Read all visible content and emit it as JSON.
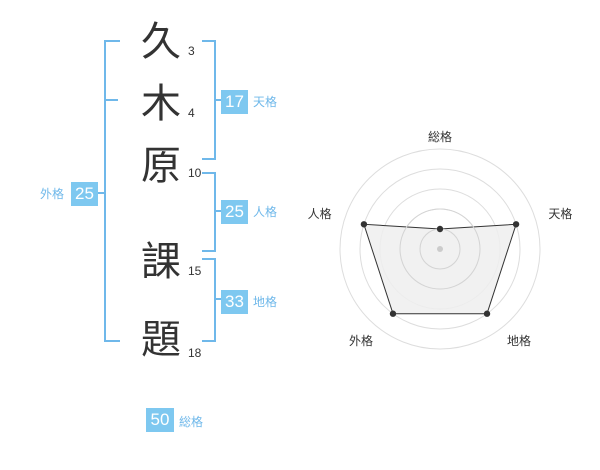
{
  "name": {
    "characters": [
      {
        "char": "久",
        "strokes": "3"
      },
      {
        "char": "木",
        "strokes": "4"
      },
      {
        "char": "原",
        "strokes": "10"
      },
      {
        "char": "課",
        "strokes": "15"
      },
      {
        "char": "題",
        "strokes": "18"
      }
    ]
  },
  "scores": {
    "tenkaku": {
      "value": "17",
      "label": "天格"
    },
    "jinkaku": {
      "value": "25",
      "label": "人格"
    },
    "chikaku": {
      "value": "33",
      "label": "地格"
    },
    "gaikaku": {
      "value": "25",
      "label": "外格"
    },
    "soukaku": {
      "value": "50",
      "label": "総格"
    }
  },
  "radar": {
    "axes": [
      "総格",
      "天格",
      "地格",
      "外格",
      "人格"
    ],
    "values": [
      0.25,
      1.0,
      1.0,
      1.0,
      1.0
    ],
    "fill_color": "#eeeeee",
    "line_color": "#333333",
    "grid_color": "#dddddd"
  },
  "colors": {
    "accent": "#7ec8f0",
    "bracket": "#6fb8ea"
  }
}
